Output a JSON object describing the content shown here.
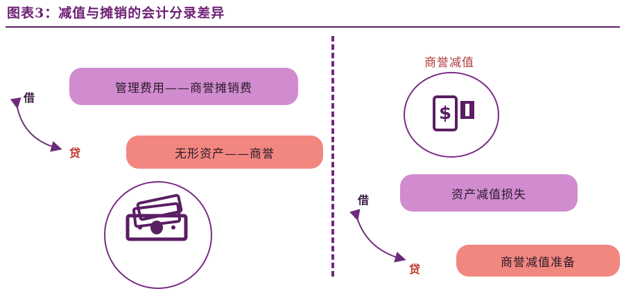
{
  "title": "图表3：减值与摊销的会计分录差异",
  "left": {
    "debit_label": "借",
    "credit_label": "贷",
    "debit_entry": "管理费用——商誉摊销费",
    "credit_entry": "无形资产——商誉",
    "icon": "money-bills-icon"
  },
  "right": {
    "caption": "商誉减值",
    "icon": "phone-payment-icon",
    "debit_label": "借",
    "credit_label": "贷",
    "debit_entry": "资产减值损失",
    "credit_entry": "商誉减值准备"
  },
  "colors": {
    "accent": "#6d1f74",
    "purple_pill": "#d08ccf",
    "salmon_pill": "#f2877f",
    "credit_text": "#c0392b"
  }
}
